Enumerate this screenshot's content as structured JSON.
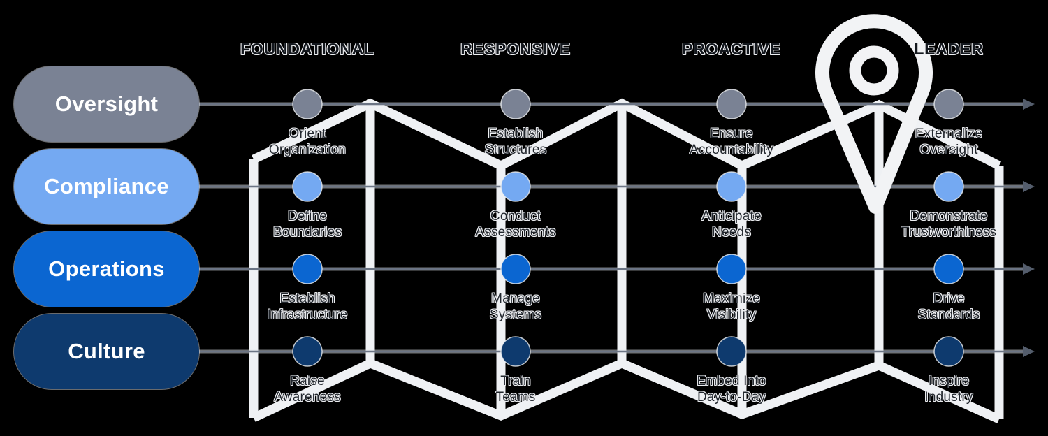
{
  "diagram": {
    "type": "maturity-journey-map",
    "rows": [
      {
        "label": "Oversight",
        "color": "#7a8294"
      },
      {
        "label": "Compliance",
        "color": "#74a9f2"
      },
      {
        "label": "Operations",
        "color": "#0b66d1"
      },
      {
        "label": "Culture",
        "color": "#0e3a6e"
      }
    ],
    "columns": [
      {
        "header": "FOUNDATIONAL",
        "cells": [
          "Orient\nOrganization",
          "Define\nBoundaries",
          "Establish\nInfrastructure",
          "Raise\nAwareness"
        ]
      },
      {
        "header": "RESPONSIVE",
        "cells": [
          "Establish\nStructures",
          "Conduct\nAssessments",
          "Manage\nSystems",
          "Train\nTeams"
        ]
      },
      {
        "header": "PROACTIVE",
        "cells": [
          "Ensure\nAccountability",
          "Anticipate\nNeeds",
          "Maximize\nVisibility",
          "Embed Into\nDay-to-Day"
        ]
      },
      {
        "header": "LEADER",
        "cells": [
          "Externalize\nOversight",
          "Demonstrate\nTrustworthiness",
          "Drive\nStandards",
          "Inspire\nIndustry"
        ]
      }
    ],
    "icons": {
      "map_pin": "location-pin-outline",
      "row_arrow": "right-arrowhead",
      "background_graphic": "accordion-folded-map"
    },
    "colors": {
      "background": "#000000",
      "fold_lines": "#eff1f4",
      "row_line": "#6b7484",
      "arrowhead": "#545d6c",
      "header_text": "#14181e",
      "cell_text": "#22272e",
      "pill_text": "#ffffff"
    }
  }
}
